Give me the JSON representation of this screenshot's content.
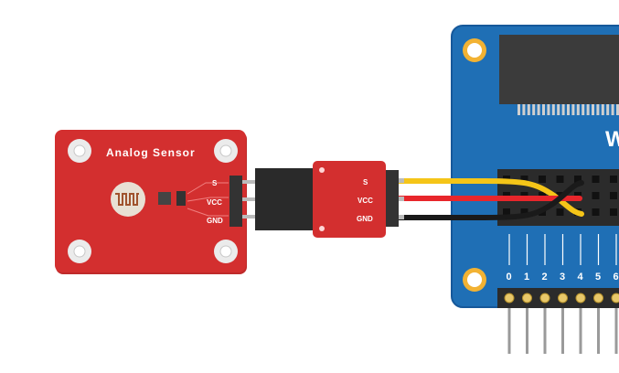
{
  "sensor_module": {
    "title": "Analog Sensor",
    "pins": [
      "S",
      "VCC",
      "GND"
    ]
  },
  "adapter_module": {
    "pins": [
      "S",
      "VCC",
      "GND"
    ]
  },
  "controller_board": {
    "logo_fragment": "W",
    "pin_numbers": [
      "0",
      "1",
      "2",
      "3",
      "4",
      "5",
      "6"
    ]
  },
  "wire_colors": {
    "signal": "#f5c518",
    "power": "#e8262b",
    "ground": "#1a1a1a"
  },
  "colors": {
    "sensor_red": "#d32f2f",
    "board_blue": "#1f6fb5",
    "mount_hole_gold": "#f2b233"
  }
}
